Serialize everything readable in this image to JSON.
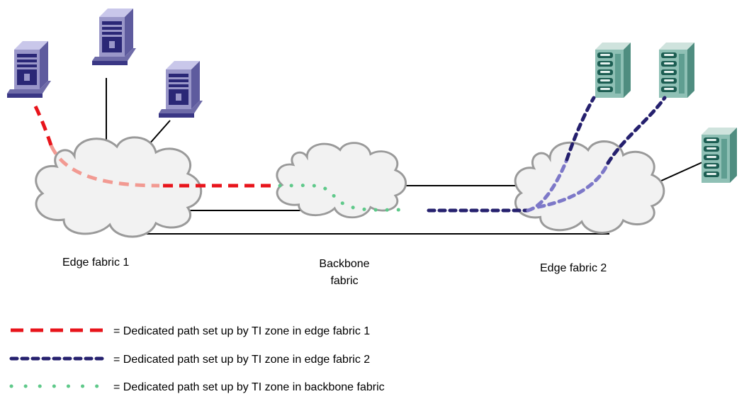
{
  "fabrics": {
    "edge1": {
      "label": "Edge fabric 1"
    },
    "backbone": {
      "label_line1": "Backbone",
      "label_line2": "fabric"
    },
    "edge2": {
      "label": "Edge fabric 2"
    }
  },
  "devices": {
    "servers": [
      "server",
      "server",
      "server"
    ],
    "storage": [
      "storage-array",
      "storage-array",
      "storage-array"
    ]
  },
  "legend": [
    {
      "style": "red-dashed",
      "color": "#e8141b",
      "text": "= Dedicated path set up by TI zone in edge fabric 1"
    },
    {
      "style": "navy-dotted",
      "color": "#25206e",
      "text": "= Dedicated path set up by TI zone in edge fabric 2"
    },
    {
      "style": "green-dotted",
      "color": "#5fc98a",
      "text": "= Dedicated path set up by TI zone in backbone fabric"
    }
  ],
  "colors": {
    "edge1_path": "#e8141b",
    "edge1_path_inside_cloud": "#f29a92",
    "edge2_path": "#25206e",
    "edge2_path_inside_cloud": "#7d78c8",
    "backbone_path": "#5fc98a",
    "server_body": "#9a97c9",
    "storage_body": "#6fa89b"
  }
}
